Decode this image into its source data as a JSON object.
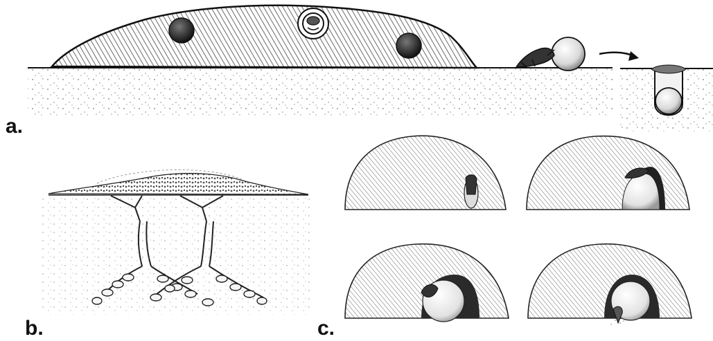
{
  "figure": {
    "labels": {
      "a": "a.",
      "b": "b.",
      "c": "c."
    },
    "colors": {
      "ink": "#111111",
      "hatch": "#555555",
      "soil_speck": "#777777",
      "dung_ball": "#e8e8e8"
    }
  }
}
